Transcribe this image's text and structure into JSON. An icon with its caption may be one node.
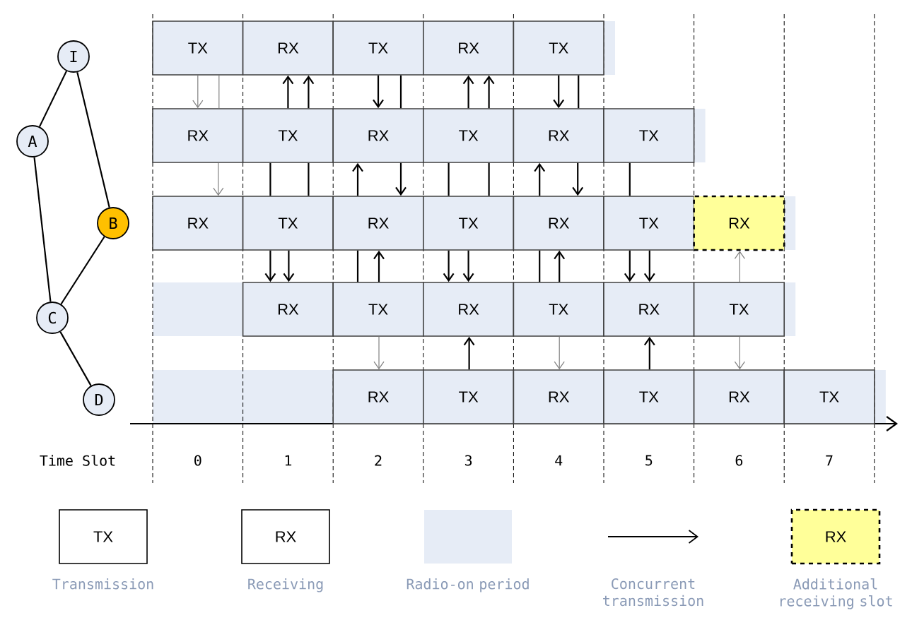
{
  "diagram": {
    "nodes": [
      {
        "text": [
          "I"
        ]
      },
      {
        "text": [
          "A"
        ]
      },
      {
        "text": [
          "B"
        ]
      },
      {
        "text": [
          "C"
        ]
      },
      {
        "text": [
          "D"
        ]
      },
      {
        "text": [
          "TX"
        ]
      },
      {
        "text": [
          "RX"
        ]
      },
      {
        "text": [
          "TX"
        ]
      },
      {
        "text": [
          "RX"
        ]
      },
      {
        "text": [
          "TX"
        ]
      },
      {
        "text": [
          "RX"
        ]
      },
      {
        "text": [
          "TX"
        ]
      },
      {
        "text": [
          "RX"
        ]
      },
      {
        "text": [
          "TX"
        ]
      },
      {
        "text": [
          "RX"
        ]
      },
      {
        "text": [
          "TX"
        ]
      },
      {
        "text": [
          "RX"
        ]
      },
      {
        "text": [
          "TX"
        ]
      },
      {
        "text": [
          "RX"
        ]
      },
      {
        "text": [
          "TX"
        ]
      },
      {
        "text": [
          "RX"
        ]
      },
      {
        "text": [
          "TX"
        ]
      },
      {
        "text": [
          "RX"
        ]
      },
      {
        "text": [
          "RX"
        ]
      },
      {
        "text": [
          "TX"
        ]
      },
      {
        "text": [
          "RX"
        ]
      },
      {
        "text": [
          "TX"
        ]
      },
      {
        "text": [
          "RX"
        ]
      },
      {
        "text": [
          "TX"
        ]
      },
      {
        "text": [
          "RX"
        ]
      },
      {
        "text": [
          "TX"
        ]
      },
      {
        "text": [
          "RX"
        ]
      },
      {
        "text": [
          "TX"
        ]
      },
      {
        "text": [
          "RX"
        ]
      },
      {
        "text": [
          "TX"
        ]
      }
    ],
    "edges": [
      {
        "from": 0,
        "to": 1,
        "arrow": "none"
      },
      {
        "from": 0,
        "to": 2,
        "arrow": "none"
      },
      {
        "from": 1,
        "to": 3,
        "arrow": "none"
      },
      {
        "from": 2,
        "to": 3,
        "arrow": "none"
      },
      {
        "from": 3,
        "to": 4,
        "arrow": "none"
      },
      {
        "from": 5,
        "to": 10,
        "arrow": "to",
        "color": "#808080"
      },
      {
        "from": 5,
        "to": 10,
        "arrow": "none",
        "color": "#808080"
      },
      {
        "from": 11,
        "to": 6,
        "arrow": "to"
      },
      {
        "from": 11,
        "to": 6,
        "arrow": "to"
      },
      {
        "from": 7,
        "to": 12,
        "arrow": "to"
      },
      {
        "from": 7,
        "to": 12,
        "arrow": "none"
      },
      {
        "from": 13,
        "to": 8,
        "arrow": "to"
      },
      {
        "from": 13,
        "to": 8,
        "arrow": "to"
      },
      {
        "from": 9,
        "to": 14,
        "arrow": "to"
      },
      {
        "from": 9,
        "to": 14,
        "arrow": "none"
      },
      {
        "from": 10,
        "to": 16,
        "arrow": "to",
        "color": "#808080"
      },
      {
        "from": 11,
        "to": 17,
        "arrow": "none"
      },
      {
        "from": 11,
        "to": 17,
        "arrow": "none"
      },
      {
        "from": 18,
        "to": 12,
        "arrow": "to"
      },
      {
        "from": 12,
        "to": 18,
        "arrow": "to"
      },
      {
        "from": 13,
        "to": 19,
        "arrow": "none"
      },
      {
        "from": 13,
        "to": 19,
        "arrow": "none"
      },
      {
        "from": 20,
        "to": 14,
        "arrow": "to"
      },
      {
        "from": 14,
        "to": 20,
        "arrow": "to"
      },
      {
        "from": 15,
        "to": 21,
        "arrow": "none"
      },
      {
        "from": 17,
        "to": 23,
        "arrow": "to"
      },
      {
        "from": 17,
        "to": 23,
        "arrow": "to"
      },
      {
        "from": 18,
        "to": 24,
        "arrow": "none"
      },
      {
        "from": 24,
        "to": 18,
        "arrow": "to"
      },
      {
        "from": 19,
        "to": 25,
        "arrow": "to"
      },
      {
        "from": 19,
        "to": 25,
        "arrow": "to"
      },
      {
        "from": 20,
        "to": 26,
        "arrow": "none"
      },
      {
        "from": 26,
        "to": 20,
        "arrow": "to"
      },
      {
        "from": 21,
        "to": 27,
        "arrow": "to"
      },
      {
        "from": 21,
        "to": 27,
        "arrow": "to"
      },
      {
        "from": 28,
        "to": 22,
        "arrow": "to",
        "color": "#808080"
      },
      {
        "from": 24,
        "to": 29,
        "arrow": "to",
        "color": "#808080"
      },
      {
        "from": 30,
        "to": 25,
        "arrow": "to"
      },
      {
        "from": 26,
        "to": 31,
        "arrow": "to",
        "color": "#808080"
      },
      {
        "from": 32,
        "to": 27,
        "arrow": "to"
      },
      {
        "from": 28,
        "to": 33,
        "arrow": "to",
        "color": "#808080"
      }
    ],
    "labels": [
      "Time Slot",
      "0",
      "1",
      "2",
      "3",
      "4",
      "5",
      "6",
      "7",
      "TX",
      "RX",
      "RX"
    ],
    "legend": [
      {
        "text": "Transmission"
      },
      {
        "text": "Receiving"
      },
      {
        "text": "Radio-on period",
        "color": "#e6ecf6"
      },
      {
        "text": "Concurrent transmission"
      },
      {
        "text": "Additional receiving slot",
        "color": "#ffff99"
      }
    ]
  }
}
